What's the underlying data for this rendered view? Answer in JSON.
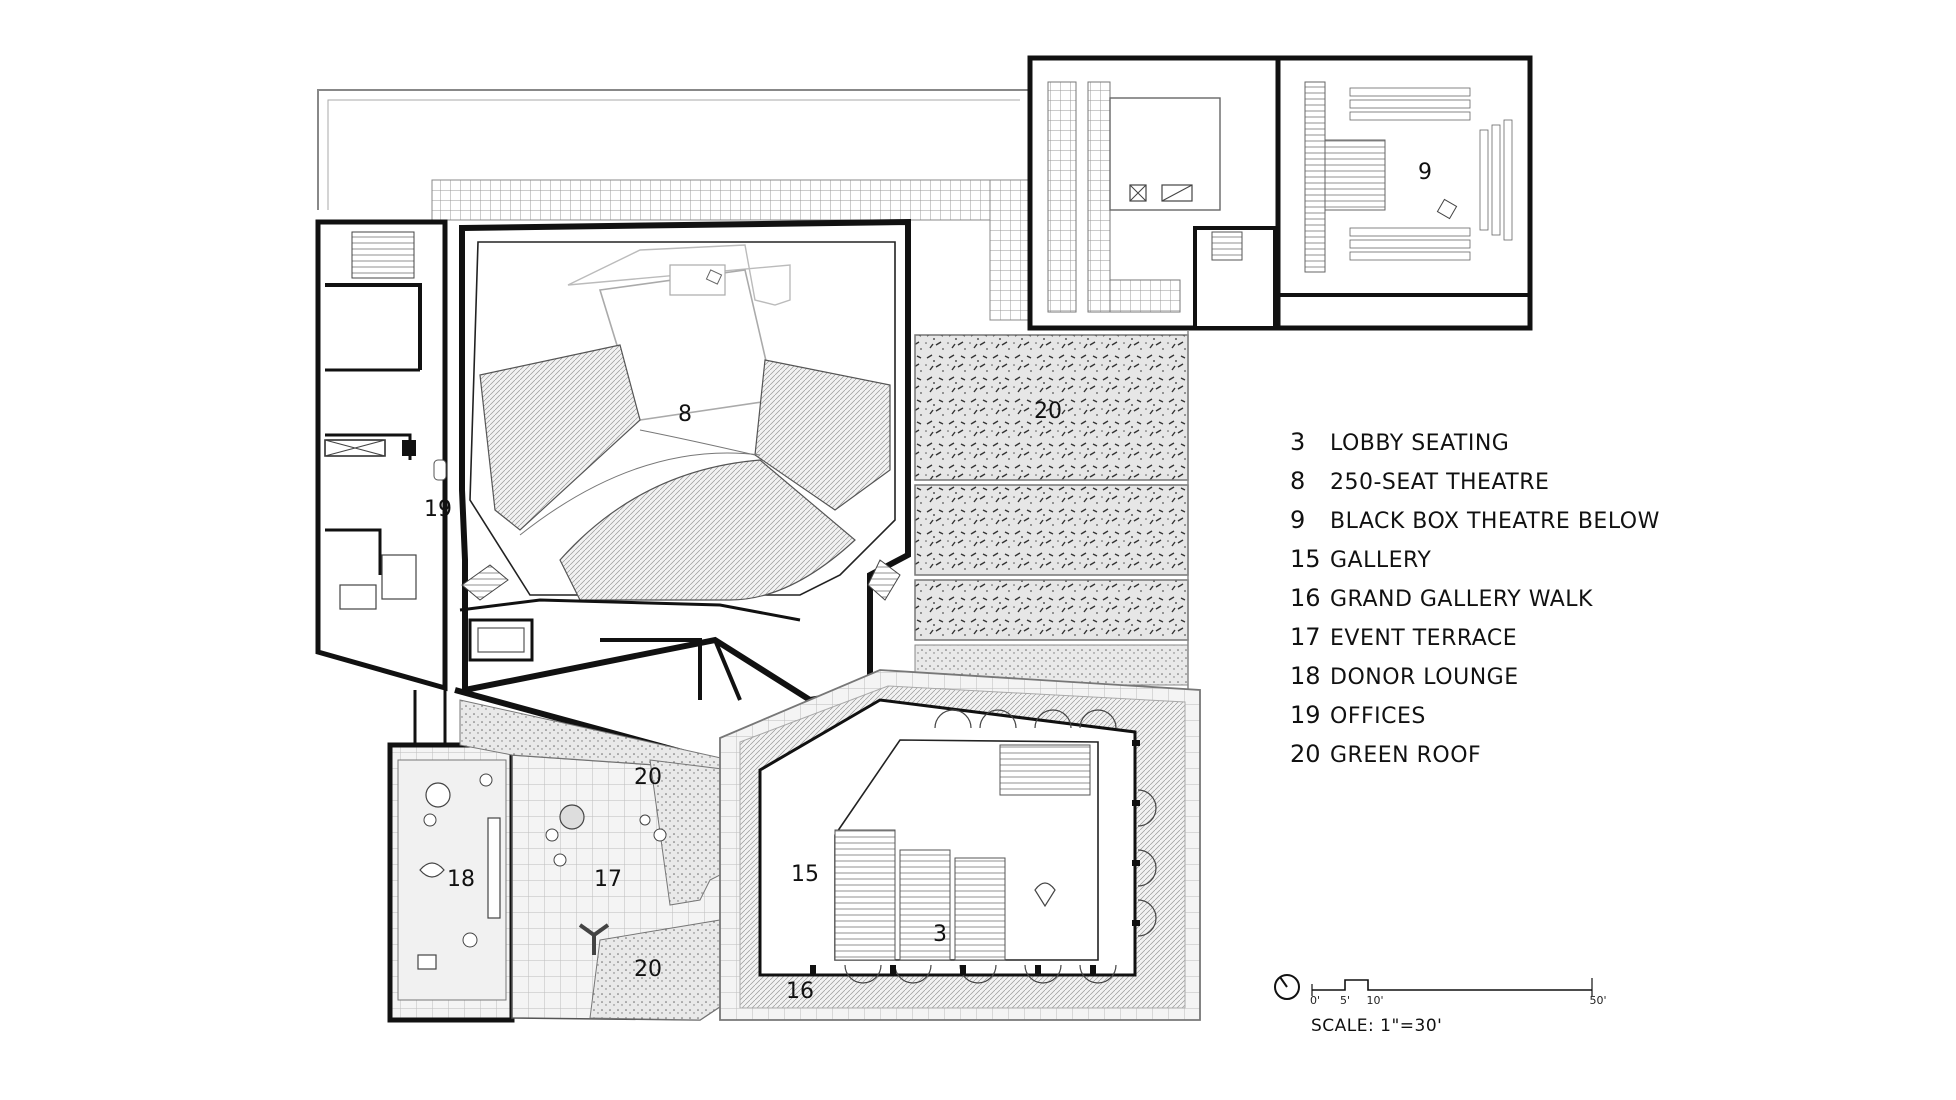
{
  "room_labels": {
    "theatre": "8",
    "black_box": "9",
    "green_roof_east": "20",
    "green_roof_north": "20",
    "green_roof_south": "20",
    "offices": "19",
    "donor_lounge": "18",
    "event_terrace": "17",
    "gallery": "15",
    "grand_gallery_walk": "16",
    "lobby_seating": "3"
  },
  "legend": [
    {
      "num": "3",
      "label": "LOBBY SEATING"
    },
    {
      "num": "8",
      "label": "250-SEAT THEATRE"
    },
    {
      "num": "9",
      "label": "BLACK BOX THEATRE BELOW"
    },
    {
      "num": "15",
      "label": "GALLERY"
    },
    {
      "num": "16",
      "label": "GRAND GALLERY WALK"
    },
    {
      "num": "17",
      "label": "EVENT TERRACE"
    },
    {
      "num": "18",
      "label": "DONOR LOUNGE"
    },
    {
      "num": "19",
      "label": "OFFICES"
    },
    {
      "num": "20",
      "label": "GREEN ROOF"
    }
  ],
  "scale": {
    "ticks": [
      "0'",
      "5'",
      "10'",
      "50'"
    ],
    "label": "SCALE: 1\"=30'"
  },
  "icons": {
    "north_arrow": "north-arrow-icon"
  }
}
